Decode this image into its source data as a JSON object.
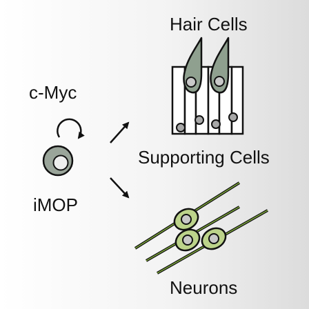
{
  "labels": {
    "hair_cells": "Hair Cells",
    "c_myc": "c-Myc",
    "supporting_cells": "Supporting Cells",
    "imop": "iMOP",
    "neurons": "Neurons"
  },
  "colors": {
    "hair_cell_fill": "#8fa08f",
    "imop_fill": "#9aa59a",
    "supporting_nucleus_fill": "#a8a8a8",
    "neuron_fill": "#bcd38a",
    "neuron_nucleus_fill": "#c8c8c8",
    "neuron_axon": "#111111",
    "neuron_axon_highlight": "#7ea83a"
  }
}
